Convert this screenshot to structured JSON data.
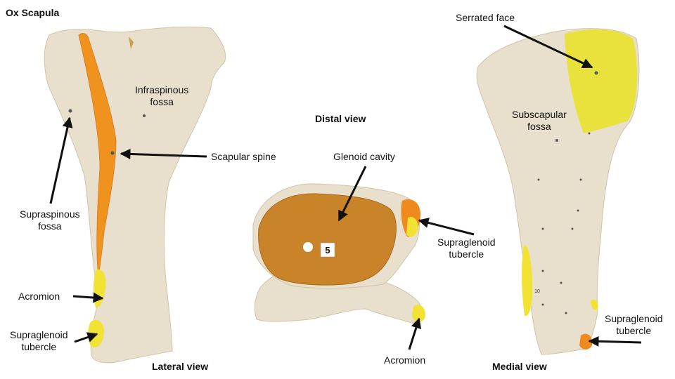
{
  "title": "Ox Scapula",
  "views": {
    "lateral": "Lateral view",
    "distal": "Distal view",
    "medial": "Medial view"
  },
  "labels": {
    "infraspinous": "Infraspinous\nfossa",
    "scapular_spine": "Scapular spine",
    "supraspinous": "Supraspinous\nfossa",
    "acromion_lateral": "Acromion",
    "supraglenoid_lateral": "Supraglenoid\ntubercle",
    "glenoid": "Glenoid cavity",
    "supraglenoid_distal": "Supraglenoid\ntubercle",
    "acromion_distal": "Acromion",
    "serrated": "Serrated face",
    "subscapular": "Subscapular\nfossa",
    "supraglenoid_medial": "Supraglenoid\ntubercle"
  },
  "specimen_number": "5",
  "medial_tag": "10",
  "colors": {
    "bone": "#e8e0cc",
    "bone_shadow": "#d6ccb3",
    "spine": "#f0921e",
    "glenoid": "#c9842a",
    "tubercle_yellow": "#f2e234",
    "serrated_yellow": "#e9e23c",
    "tubercle_orange": "#ef8a1f",
    "arrow": "#111111"
  }
}
